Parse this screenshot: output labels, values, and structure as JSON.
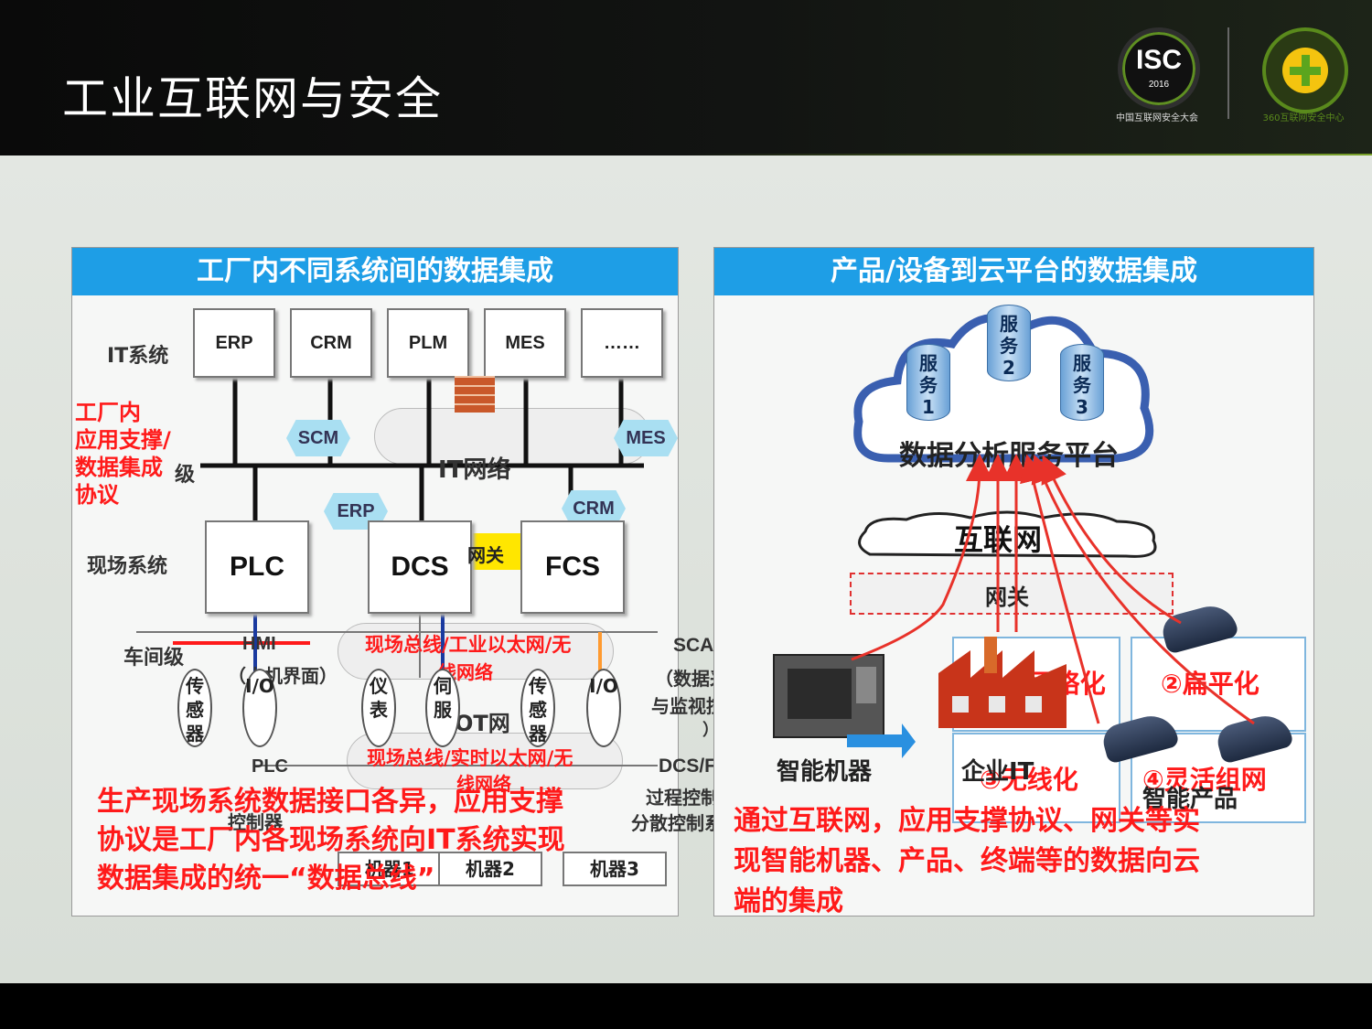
{
  "header": {
    "title": "工业互联网与安全",
    "isc_logo": {
      "text": "ISC",
      "year": "2016",
      "caption": "中国互联网安全大会"
    },
    "brand_logo": {
      "caption": "360互联网安全中心"
    }
  },
  "left_panel": {
    "title": "工厂内不同系统间的数据集成",
    "row_labels": {
      "it_system": "IT系统",
      "field_system": "现场系统",
      "workshop": "车间级"
    },
    "level_label_suffix": "级",
    "it_systems": [
      "ERP",
      "CRM",
      "PLM",
      "MES",
      "……"
    ],
    "hex_apps": [
      "SCM",
      "MES",
      "ERP",
      "CRM"
    ],
    "it_network": "IT网络",
    "field_systems": [
      "PLC",
      "DCS",
      "FCS"
    ],
    "gateway": "网关",
    "hmi": "HMI",
    "hmi_note": "（人机界面）",
    "scada": "SCADA",
    "scada_note": [
      "（数据采集",
      "与监视控制",
      "）"
    ],
    "fieldbus_top": "现场总线/工业以太网/无",
    "fieldbus_top_2": "线网络",
    "fieldbus_bottom": "现场总线/实时以太网/无",
    "fieldbus_bottom_2": "线网络",
    "ot_network": "OT网",
    "devices": [
      "传感器",
      "I/O",
      "仪表",
      "伺服",
      "传感器",
      "I/O"
    ],
    "plc_label": "PLC",
    "dcs_fcs": "DCS/FCS",
    "dcs_fcs_note": "过程控制系统/",
    "dcs_fcs_note_2": "分散控制系",
    "control_label": "控制器",
    "machines": [
      "机器1",
      "机器2",
      "机器3"
    ],
    "red_annotation_top": [
      "工厂内",
      "应用支撑/",
      "数据集成",
      "协议"
    ],
    "red_annotation_bottom": [
      "生产现场系统数据接口各异，应用支撑",
      "协议是工厂内各现场系统向IT系统实现",
      "数据集成的统一“数据总线”"
    ]
  },
  "right_panel": {
    "title": "产品/设备到云平台的数据集成",
    "services": [
      {
        "text": [
          "服",
          "务",
          "1"
        ]
      },
      {
        "text": [
          "服",
          "务",
          "2"
        ]
      },
      {
        "text": [
          "服",
          "务",
          "3"
        ]
      }
    ],
    "platform": "数据分析服务平台",
    "internet": "互联网",
    "gateway": "网关",
    "smart_machine": "智能机器",
    "enterprise_it": "企业IT",
    "smart_product": "智能产品",
    "trends": [
      "①网络化",
      "②扁平化",
      "③无线化",
      "④灵活组网"
    ],
    "red_annotation": [
      "通过互联网，应用支撑协议、网关等实",
      "现智能机器、产品、终端等的数据向云",
      "端的集成"
    ]
  },
  "colors": {
    "header_blue": "#1e9ee6",
    "annotation_red": "#ff1a1a",
    "arrow_red": "#e8322a"
  }
}
